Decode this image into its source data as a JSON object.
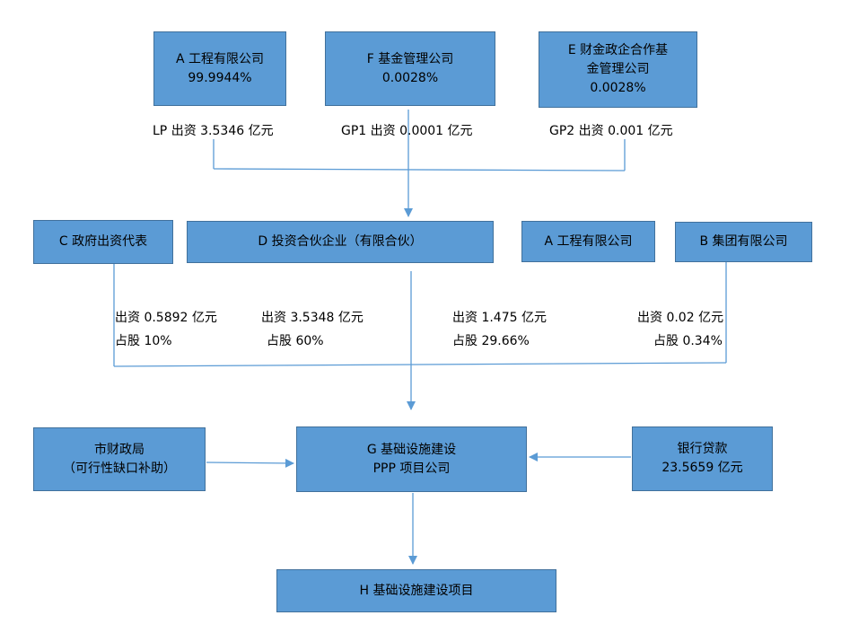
{
  "partners": {
    "a_company": {
      "name": "A 工程有限公司",
      "share": "99.9944%",
      "contribution": "LP 出资 3.5346 亿元"
    },
    "f_fund": {
      "name": "F 基金管理公司",
      "share": "0.0028%",
      "contribution": "GP1 出资 0.0001 亿元"
    },
    "e_fund": {
      "name_line1": "E 财金政企合作基",
      "name_line2": "金管理公司",
      "share": "0.0028%",
      "contribution": "GP2 出资 0.001 亿元"
    }
  },
  "shareholders": {
    "c_gov": {
      "name": "C 政府出资代表",
      "investment": "出资 0.5892 亿元",
      "share": "占股 10%"
    },
    "d_partnership": {
      "name": "D 投资合伙企业（有限合伙）",
      "investment": "出资 3.5348 亿元",
      "share": "占股 60%"
    },
    "a_company": {
      "name": "A 工程有限公司",
      "investment": "出资 1.475 亿元",
      "share": "占股 29.66%"
    },
    "b_group": {
      "name": "B 集团有限公司",
      "investment": "出资 0.02 亿元",
      "share": "占股 0.34%"
    }
  },
  "finance_bureau": {
    "line1": "市财政局",
    "line2": "（可行性缺口补助）"
  },
  "ppp_company": {
    "line1": "G 基础设施建设",
    "line2": "PPP 项目公司"
  },
  "bank_loan": {
    "line1": "银行贷款",
    "line2": "23.5659 亿元"
  },
  "project": {
    "name": "H 基础设施建设项目"
  },
  "colors": {
    "box_fill": "#5b9bd5",
    "box_border": "#41719c",
    "connector": "#5b9bd5"
  }
}
